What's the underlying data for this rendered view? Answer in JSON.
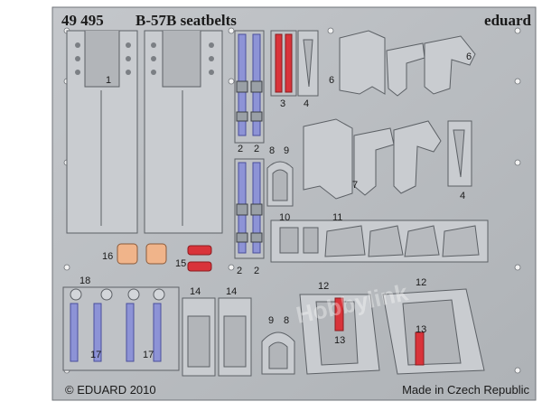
{
  "sheet": {
    "code": "49 495",
    "title": "B-57B seatbelts",
    "brand": "eduard",
    "copyright": "© EDUARD 2010",
    "origin": "Made in Czech Republic",
    "watermark": "Hobbylink"
  },
  "part_numbers": {
    "p1": "1",
    "p2a": "2",
    "p2b": "2",
    "p2c": "2",
    "p2d": "2",
    "p3": "3",
    "p4a": "4",
    "p4b": "4",
    "p6a": "6",
    "p6b": "6",
    "p7": "7",
    "p8a": "8",
    "p8b": "8",
    "p9a": "9",
    "p9b": "9",
    "p10": "10",
    "p11": "11",
    "p12a": "12",
    "p12b": "12",
    "p13a": "13",
    "p13b": "13",
    "p14a": "14",
    "p14b": "14",
    "p15": "15",
    "p16": "16",
    "p17a": "17",
    "p17b": "17",
    "p18": "18"
  },
  "colors": {
    "fret": "#b9bcc0",
    "fret_edge": "#6f7378",
    "part": "#c9ccd0",
    "belt_blue": "#8d93d6",
    "belt_red": "#d9333a",
    "belt_orange": "#f0b48a"
  }
}
